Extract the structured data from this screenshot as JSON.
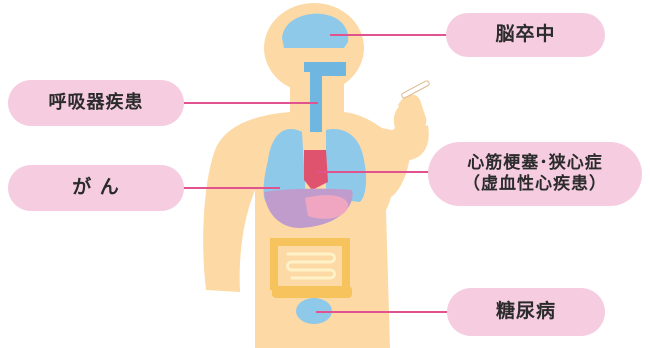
{
  "colors": {
    "pill": "#f6cde0",
    "leader": "#e0538f",
    "skin": "#fdd9a6",
    "blue": "#8ec9ea",
    "blue_dark": "#6fb6e0",
    "purple": "#c09ccd",
    "pink": "#f0a6c0",
    "heart": "#e0536e",
    "intestine": "#f6c35c",
    "intestine_line": "#fff2c8"
  },
  "labels": {
    "stroke": "脳卒中",
    "respiratory": "呼吸器疾患",
    "cancer": "が ん",
    "heart_line1": "心筋梗塞･狭心症",
    "heart_line2": "（虚血性心疾患）",
    "diabetes": "糖尿病"
  },
  "icons": {
    "cigarette": "cigarette-icon"
  }
}
